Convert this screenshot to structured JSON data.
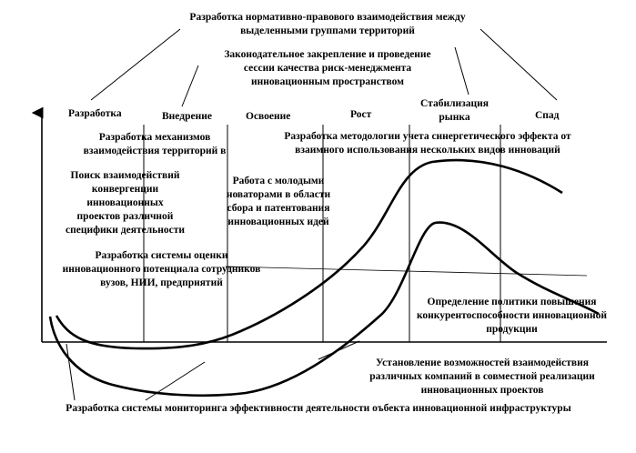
{
  "top_title": {
    "line1": "Разработка нормативно-правового взаимодействия между",
    "line2": "выделенными группами территорий"
  },
  "mid_title": {
    "line1": "Законодательное закрепление и проведение",
    "line2": "сессии качества риск-менеджмента",
    "line3": "инновационным пространством"
  },
  "phases": {
    "p1": "Разработка",
    "p2": "Внедрение",
    "p3": "Освоение",
    "p4": "Рост",
    "p5_line1": "Стабилизация",
    "p5_line2": "рынка",
    "p6": "Спад"
  },
  "blocks": {
    "mechanisms": {
      "line1": "Разработка механизмов",
      "line2": "взаимодействия территорий в"
    },
    "methodology": {
      "line1": "Разработка методологии учета синергетического эффекта от",
      "line2": "взаимного использования нескольких видов инноваций"
    },
    "search": {
      "line1": "Поиск взаимодействий",
      "line2": "конвергенции",
      "line3": "инновационных",
      "line4": "проектов различной",
      "line5": "специфики деятельности"
    },
    "young": {
      "line1": "Работа с молодыми",
      "line2": "новаторами в области",
      "line3": "сбора и патентования",
      "line4": "инновационных идей"
    },
    "assessment": {
      "line1": "Разработка системы оценки",
      "line2": "инновационного потенциала сотрудников",
      "line3": "вузов, НИИ, предприятий"
    },
    "policy": {
      "line1": "Определение политики повышения",
      "line2": "конкурентоспособности инновационной",
      "line3": "продукции"
    },
    "cooperation": {
      "line1": "Установление возможностей взаимодействия",
      "line2": "различных компаний в совместной реализации",
      "line3": "инновационных проектов"
    },
    "monitoring": "Разработка системы мониторинга эффективности деятельности оъбекта инновационной инфраструктуры"
  },
  "colors": {
    "ink": "#000000",
    "background": "#ffffff"
  }
}
